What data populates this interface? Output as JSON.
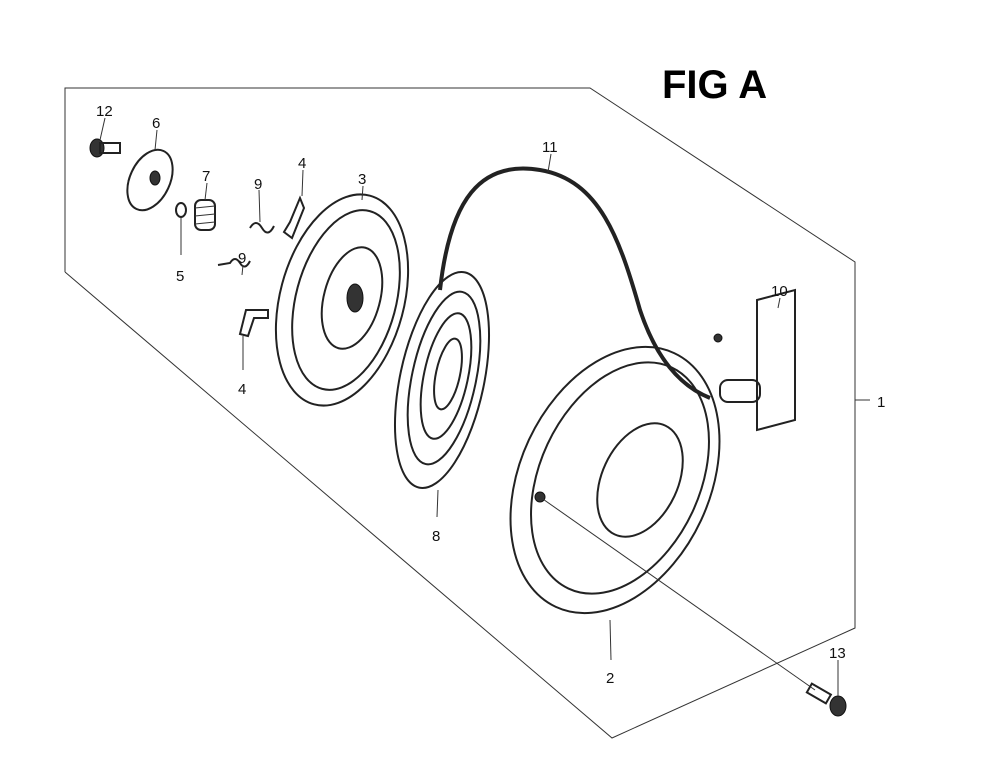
{
  "figure": {
    "title": "FIG A",
    "callouts": {
      "p1": "1",
      "p2": "2",
      "p3": "3",
      "p4a": "4",
      "p4b": "4",
      "p5": "5",
      "p6": "6",
      "p7": "7",
      "p8": "8",
      "p9a": "9",
      "p9b": "9",
      "p10": "10",
      "p11": "11",
      "p12": "12",
      "p13": "13"
    }
  }
}
